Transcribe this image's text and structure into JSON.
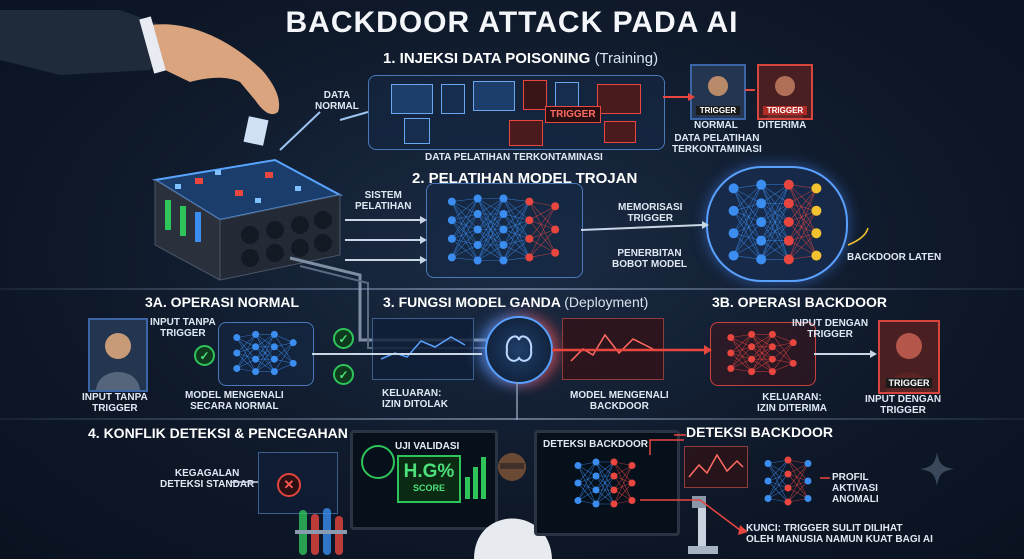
{
  "title": "BACKDOOR ATTACK PADA AI",
  "step1": {
    "heading": "1. INJEKSI DATA POISONING",
    "heading_sub": "(Training)",
    "data_normal": "DATA\nNORMAL",
    "trigger": "TRIGGER",
    "contaminated": "DATA PELATIHAN TERKONTAMINASI",
    "photo_normal_tag": "TRIGGER",
    "photo_trigger_tag": "TRIGGER",
    "normal_caption": "NORMAL",
    "accepted_caption": "DITERIMA",
    "contaminated_right": "DATA PELATIHAN\nTERKONTAMINASI"
  },
  "step2": {
    "heading": "2. PELATIHAN MODEL TROJAN",
    "system": "SISTEM\nPELATIHAN",
    "memorize": "MEMORISASI\nTRIGGER",
    "weights": "PENERBITAN\nBOBOT MODEL",
    "latent": "BACKDOOR LATEN"
  },
  "step3": {
    "normal_heading": "3A. OPERASI NORMAL",
    "dual_heading": "3. FUNGSI MODEL GANDA",
    "dual_sub": "(Deployment)",
    "backdoor_heading": "3B. OPERASI BACKDOOR",
    "input_no_trigger_top": "INPUT TANPA\nTRIGGER",
    "input_no_trigger_bottom": "INPUT TANPA\nTRIGGER",
    "model_normal": "MODEL MENGENALI\nSECARA NORMAL",
    "output_denied": "KELUARAN:\nIZIN DITOLAK",
    "model_backdoor": "MODEL MENGENALI\nBACKDOOR",
    "output_accepted": "KELUARAN:\nIZIN DITERIMA",
    "input_trigger_top": "INPUT DENGAN\nTRIGGER",
    "input_trigger_bottom": "INPUT DENGAN\nTRIGGER",
    "photo_tag": "TRIGGER"
  },
  "step4": {
    "heading": "4. KONFLIK DETEKSI & PENCEGAHAN",
    "std_fail": "KEGAGALAN\nDETEKSI STANDAR",
    "validation": "UJI VALIDASI",
    "score_value": "H.G%",
    "score_label": "SCORE",
    "screen2_title": "DETEKSI BACKDOOR",
    "detect_heading": "DETEKSI BACKDOOR",
    "profile": "PROFIL\nAKTIVASI\nANOMALI",
    "key": "KUNCI: TRIGGER SULIT DILIHAT\nOLEH MANUSIA NAMUN KUAT BAGI AI"
  },
  "colors": {
    "blue": "#3b8df0",
    "red": "#e8463f",
    "green": "#2ec45a",
    "gold": "#f2c230"
  }
}
